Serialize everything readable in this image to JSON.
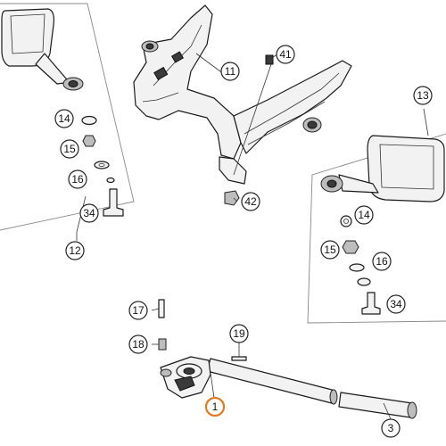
{
  "callouts": {
    "c1": "1",
    "c3": "3",
    "c11": "11",
    "c12": "12",
    "c13": "13",
    "c14a": "14",
    "c14b": "14",
    "c15a": "15",
    "c15b": "15",
    "c16a": "16",
    "c16b": "16",
    "c17": "17",
    "c18": "18",
    "c19": "19",
    "c34a": "34",
    "c34b": "34",
    "c41": "41",
    "c42": "42"
  },
  "colors": {
    "highlight": "#e07a1f",
    "line": "#222222",
    "frame": "#888888"
  }
}
